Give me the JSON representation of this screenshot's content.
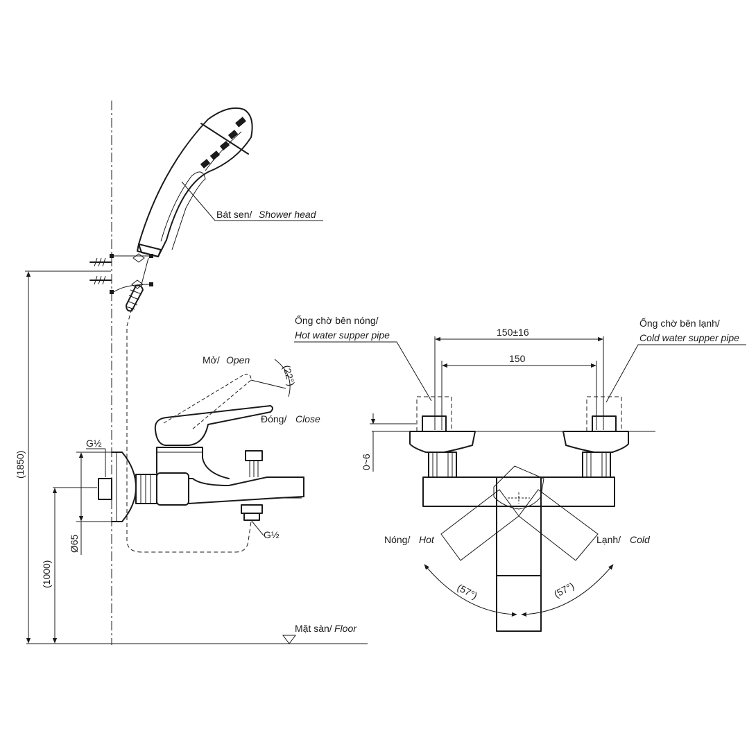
{
  "labels": {
    "shower_head_vi": "Bát sen/",
    "shower_head_en": "Shower head",
    "open_vi": "Mở/",
    "open_en": "Open",
    "open_angle": "(22°)",
    "close_vi": "Đóng/",
    "close_en": "Close",
    "g_half_top": "G½",
    "g_half_bottom": "G½",
    "dia_65": "Ø65",
    "h_1850": "(1850)",
    "h_1000": "(1000)",
    "floor_vi": "Mặt sàn/",
    "floor_en": "Floor",
    "hot_pipe_vi": "Ống chờ bên nóng/",
    "hot_pipe_en": "Hot water supper pipe",
    "cold_pipe_vi": "Ống chờ bên lạnh/",
    "cold_pipe_en": "Cold water supper pipe",
    "dim_150_16": "150±16",
    "dim_150": "150",
    "dim_0_6": "0~6",
    "hot_vi": "Nóng/",
    "hot_en": "Hot",
    "cold_vi": "Lạnh/",
    "cold_en": "Cold",
    "angle_left": "(57°)",
    "angle_right": "(57°)"
  }
}
